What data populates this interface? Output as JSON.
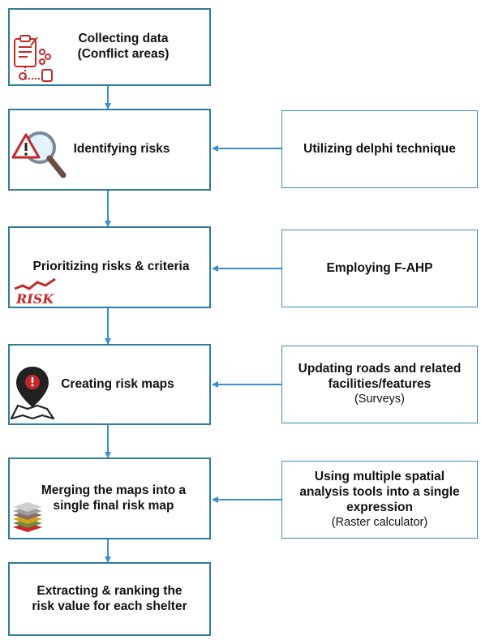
{
  "main_steps": [
    {
      "lines": [
        "Collecting data",
        "(Conflict areas)"
      ],
      "icon": "data-collection-icon"
    },
    {
      "lines": [
        "Identifying risks"
      ],
      "icon": "risk-magnifier-icon"
    },
    {
      "lines": [
        "Prioritizing risks & criteria"
      ],
      "icon": "risk-graph-icon",
      "icon_text": "RISK"
    },
    {
      "lines": [
        "Creating risk maps"
      ],
      "icon": "map-pin-icon"
    },
    {
      "lines": [
        "Merging the maps into a",
        "single final risk map"
      ],
      "icon": "layers-stack-icon"
    },
    {
      "lines": [
        "Extracting & ranking the",
        "risk value for each shelter"
      ]
    }
  ],
  "side_steps": [
    {
      "lines": [
        "Utilizing delphi technique"
      ],
      "sub": ""
    },
    {
      "lines": [
        "Employing F-AHP"
      ],
      "sub": ""
    },
    {
      "lines": [
        "Updating roads and related",
        "facilities/features"
      ],
      "sub": "(Surveys)"
    },
    {
      "lines": [
        "Using multiple spatial",
        "analysis tools into a single",
        "expression"
      ],
      "sub": "(Raster calculator)"
    }
  ],
  "colors": {
    "box_border": "#2e7d9a",
    "side_border": "#3a8ab5",
    "arrow": "#3a8fd0",
    "icon_red": "#c62828"
  }
}
